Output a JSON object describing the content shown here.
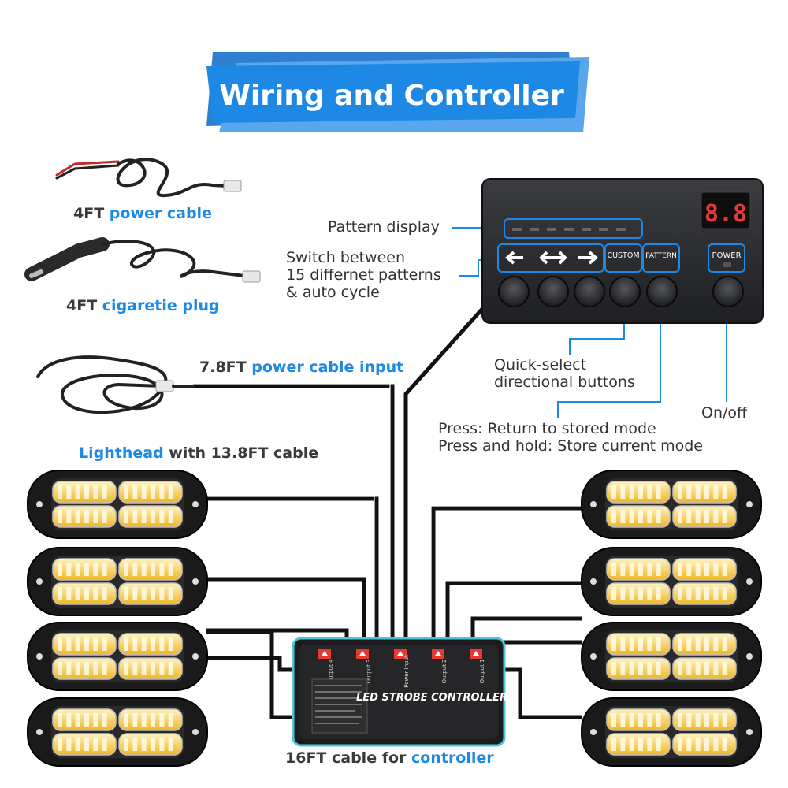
{
  "title": "Wiring and Controller",
  "power_cable": {
    "length": "4FT",
    "name": "power cable"
  },
  "cigarette_plug": {
    "length": "4FT",
    "name": "cigaretie plug"
  },
  "power_input": {
    "length": "7.8FT",
    "name": "power cable input"
  },
  "lighthead": {
    "name": "Lighthead",
    "suffix": "with 13.8FT cable"
  },
  "controller_cable": {
    "prefix": "16FT cable for",
    "name": "controller"
  },
  "callouts": {
    "pattern_display": "Pattern display",
    "switch_line1": "Switch between",
    "switch_line2": "15 differnet patterns",
    "switch_line3": "& auto cycle",
    "quick_line1": "Quick-select",
    "quick_line2": "directional buttons",
    "press_line1": "Press: Return to stored mode",
    "press_line2": "Press and hold: Store current mode",
    "on_off": "On/off"
  },
  "control_panel": {
    "display_value": "8.8",
    "custom_label": "CUSTOM",
    "pattern_label": "PATTERN",
    "power_label": "POWER"
  },
  "controller_box": {
    "label": "LED STROBE CONTROLLER",
    "ports": [
      "Output 4",
      "Output 3",
      "Power Input",
      "Output 2",
      "Output 1"
    ]
  },
  "colors": {
    "accent": "#1e88e5",
    "banner": "#1e88e5",
    "panel": "#2b2d30",
    "led": "#f2c12e",
    "wire": "#111111"
  }
}
